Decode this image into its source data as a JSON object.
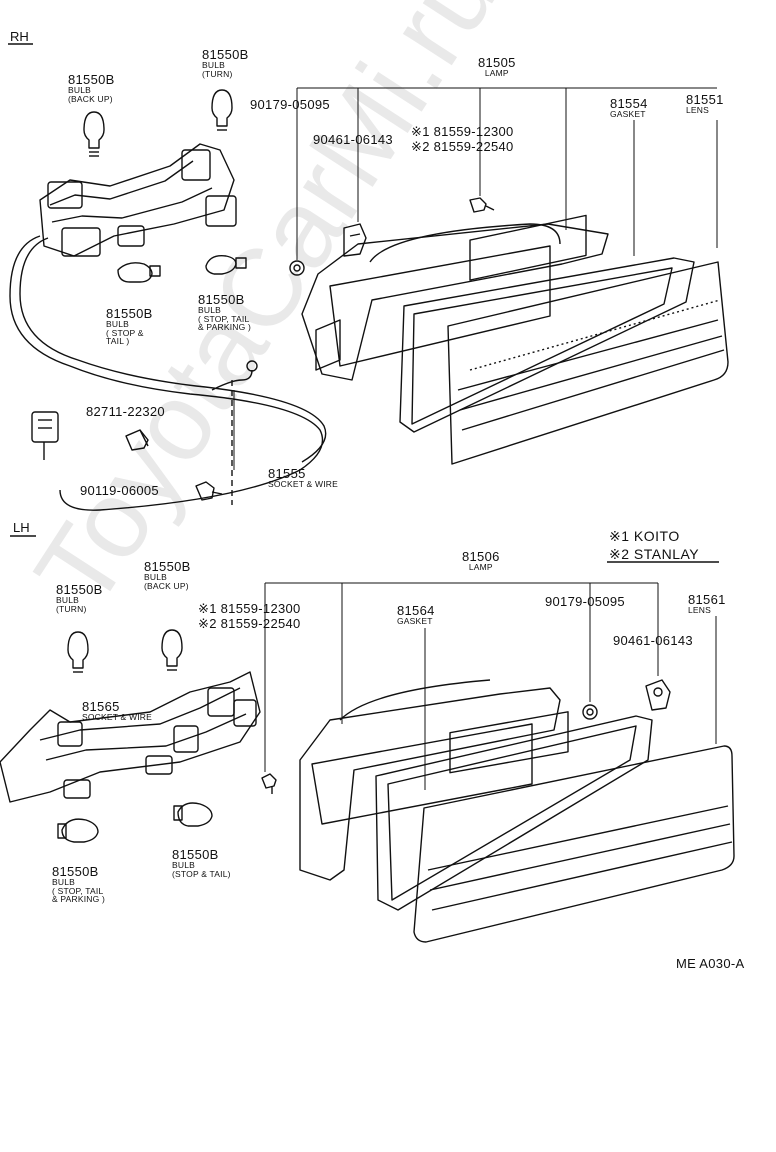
{
  "rh": {
    "section": "RH",
    "bulb_backup": {
      "pn": "81550B",
      "d1": "BULB",
      "d2": "(BACK UP)"
    },
    "bulb_turn": {
      "pn": "81550B",
      "d1": "BULB",
      "d2": "(TURN)"
    },
    "screw": "90179-05095",
    "clip": "90461-06143",
    "alt1": "※1 81559-12300",
    "alt2": "※2 81559-22540",
    "lamp": {
      "pn": "81505",
      "d1": "LAMP"
    },
    "gasket": {
      "pn": "81554",
      "d1": "GASKET"
    },
    "lens": {
      "pn": "81551",
      "d1": "LENS"
    },
    "bulb_stop": {
      "pn": "81550B",
      "d1": "BULB",
      "d2": "( STOP &",
      "d3": "TAIL )"
    },
    "bulb_stp": {
      "pn": "81550B",
      "d1": "BULB",
      "d2": "( STOP, TAIL",
      "d3": "& PARKING )"
    },
    "connector": "82711-22320",
    "wire": {
      "pn": "81555",
      "d1": "SOCKET & WIRE"
    },
    "bolt": "90119-06005"
  },
  "lh": {
    "section": "LH",
    "note1": "※1 KOITO",
    "note2": "※2 STANLAY",
    "lamp": {
      "pn": "81506",
      "d1": "LAMP"
    },
    "bulb_turn": {
      "pn": "81550B",
      "d1": "BULB",
      "d2": "(TURN)"
    },
    "bulb_backup": {
      "pn": "81550B",
      "d1": "BULB",
      "d2": "(BACK UP)"
    },
    "alt1": "※1 81559-12300",
    "alt2": "※2 81559-22540",
    "gasket": {
      "pn": "81564",
      "d1": "GASKET"
    },
    "screw": "90179-05095",
    "lens": {
      "pn": "81561",
      "d1": "LENS"
    },
    "clip": "90461-06143",
    "wire": {
      "pn": "81565",
      "d1": "SOCKET & WIRE"
    },
    "bulb_stp": {
      "pn": "81550B",
      "d1": "BULB",
      "d2": "( STOP, TAIL",
      "d3": "& PARKING )"
    },
    "bulb_stop": {
      "pn": "81550B",
      "d1": "BULB",
      "d2": "(STOP & TAIL)"
    }
  },
  "figure_code": "ME A030-A",
  "watermark": "ToyotaCarMi.ru"
}
